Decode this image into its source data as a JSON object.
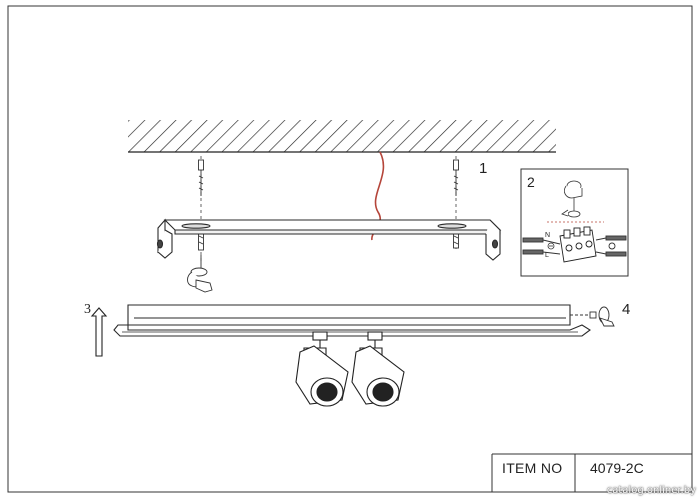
{
  "steps": {
    "one": "1",
    "two": "2",
    "three": "3",
    "four": "4"
  },
  "terminal": {
    "neutral": "N",
    "live": "L"
  },
  "title_block": {
    "label": "ITEM NO",
    "value": "4079-2C"
  },
  "watermark": "catalog.onliner.by",
  "colors": {
    "line": "#2a2a2a",
    "wire": "#b5453a"
  }
}
